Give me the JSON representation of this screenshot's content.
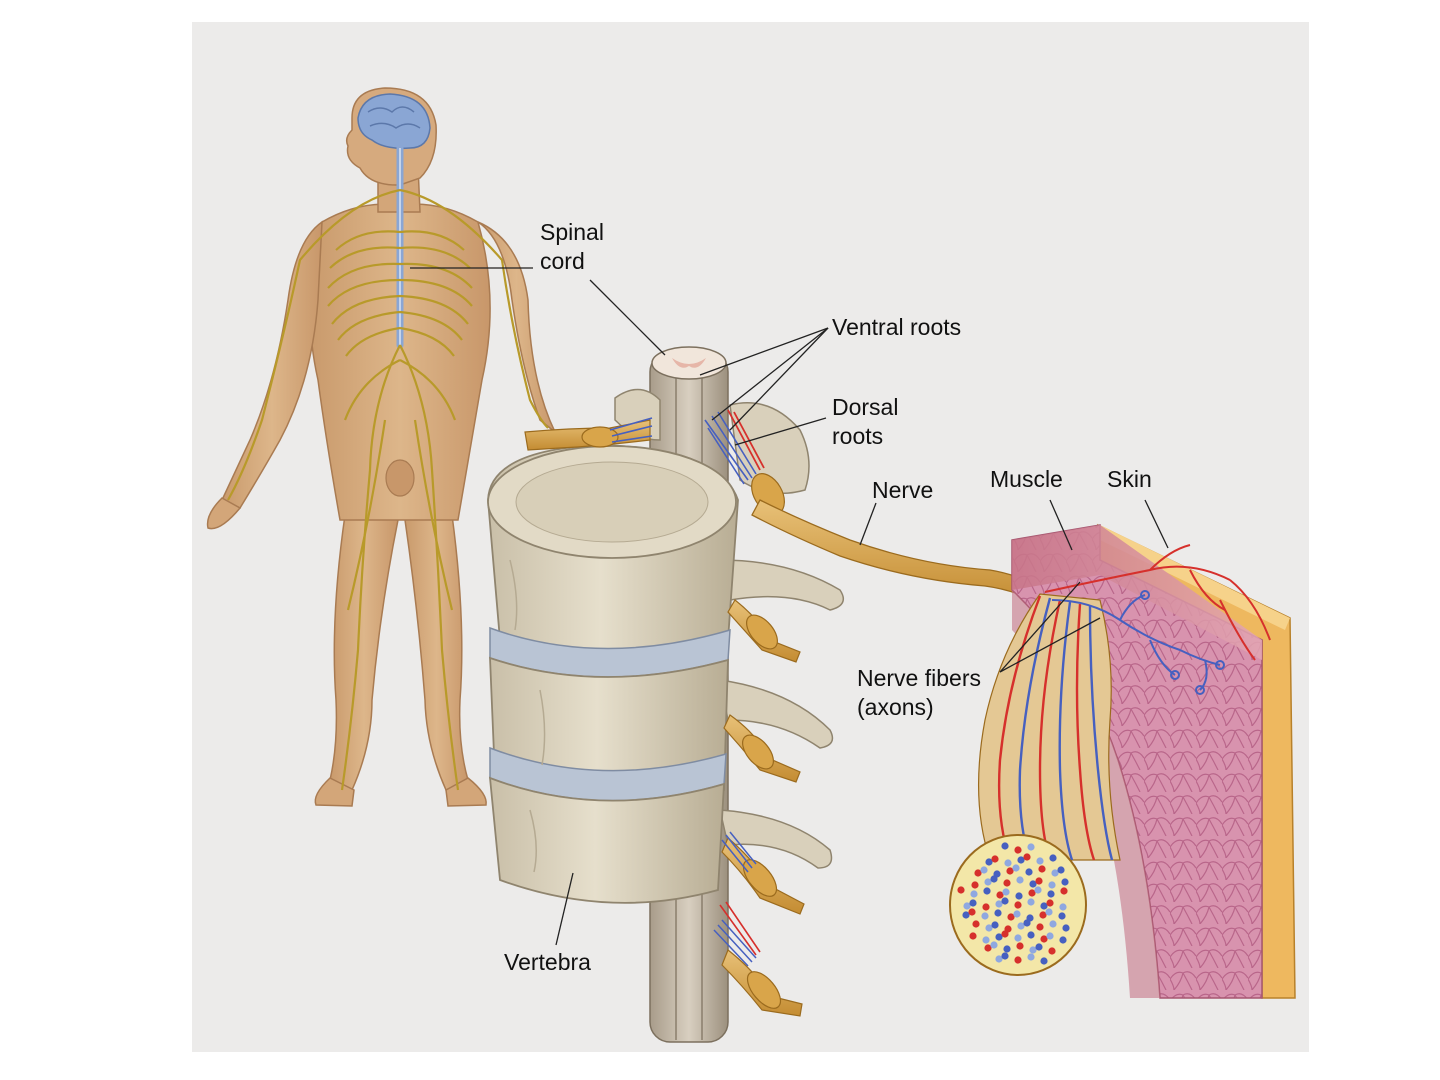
{
  "labels": {
    "spinal_cord": [
      "Spinal",
      "cord"
    ],
    "ventral_roots": "Ventral roots",
    "dorsal_roots": [
      "Dorsal",
      "roots"
    ],
    "nerve": "Nerve",
    "muscle": "Muscle",
    "skin": "Skin",
    "nerve_fibers": [
      "Nerve fibers",
      "(axons)"
    ],
    "vertebra": "Vertebra"
  },
  "colors": {
    "page_background": "#ffffff",
    "plate_background": "#ecebea",
    "nerve": "#d7a548",
    "bone": "#ded6c2",
    "disc": "#b9c4d4",
    "muscle": "#d98a9e",
    "skin": "#eeb85f",
    "motor_fiber": "#d6302c",
    "sensory_fiber": "#4660c0",
    "brain": "#8aa6d4"
  }
}
